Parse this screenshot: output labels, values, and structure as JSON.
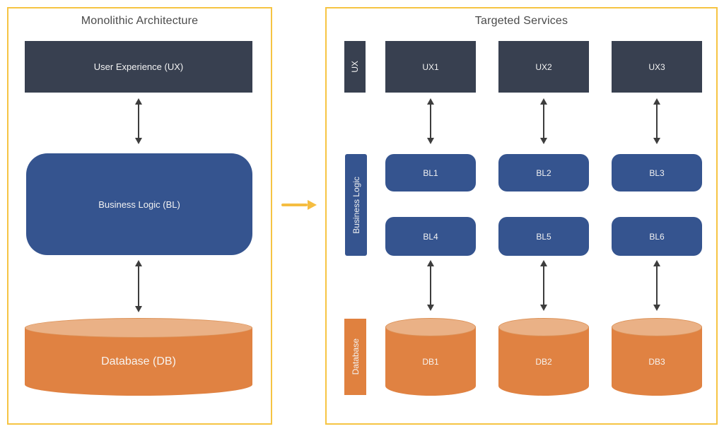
{
  "left_panel": {
    "title": "Monolithic Architecture",
    "layers": [
      {
        "id": "ux",
        "label": "User Experience (UX)",
        "shape": "rectangle"
      },
      {
        "id": "bl",
        "label": "Business Logic (BL)",
        "shape": "rounded-rectangle"
      },
      {
        "id": "db",
        "label": "Database (DB)",
        "shape": "cylinder"
      }
    ]
  },
  "right_panel": {
    "title": "Targeted Services",
    "rows": [
      {
        "side_label": "UX",
        "items": [
          "UX1",
          "UX2",
          "UX3"
        ]
      },
      {
        "side_label": "Business Logic",
        "items": [
          "BL1",
          "BL2",
          "BL3",
          "BL4",
          "BL5",
          "BL6"
        ]
      },
      {
        "side_label": "Database",
        "items": [
          "DB1",
          "DB2",
          "DB3"
        ]
      }
    ]
  },
  "connector": {
    "meaning": "monolith-decomposed-into-services",
    "direction": "right"
  },
  "colors": {
    "panel_border": "#F6C443",
    "transform_arrow": "#F5BD41",
    "ux_dark": "#384050",
    "bl_blue": "#35548F",
    "db_orange": "#E08242",
    "db_orange_light": "#EAB186",
    "arrow_dark": "#3d3d3d",
    "title_text": "#4a4a4a",
    "shape_text": "#f2f2f2"
  }
}
